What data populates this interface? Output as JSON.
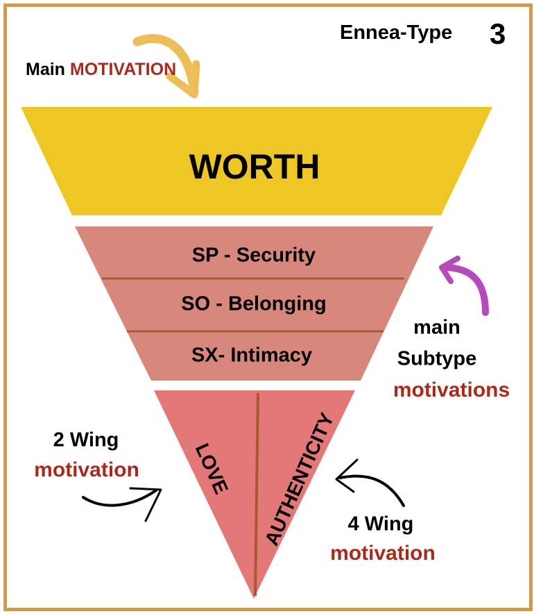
{
  "title": {
    "label": "Ennea-Type",
    "number": "3"
  },
  "main_motivation": {
    "prefix": "Main",
    "highlight": "MOTIVATION"
  },
  "core": "WORTH",
  "subtypes": [
    "SP - Security",
    "SO - Belonging",
    "SX- Intimacy"
  ],
  "subtype_caption": {
    "line1": "main",
    "line2": "Subtype",
    "line3": "motivations"
  },
  "wings": {
    "left": {
      "word": "LOVE",
      "label": "2 Wing",
      "caption": "motivation"
    },
    "right": {
      "word": "AUTHENTICITY",
      "label": "4 Wing",
      "caption": "motivation"
    }
  },
  "colors": {
    "border": "#D69A3A",
    "core": "#EFC725",
    "subtype": "#D8877D",
    "wing": "#E47878",
    "accent": "#A92A1C",
    "divider": "#A65A2E"
  }
}
